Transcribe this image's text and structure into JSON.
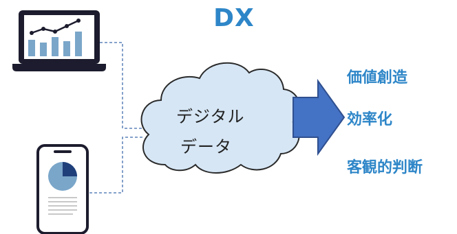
{
  "diagram": {
    "title": "DX",
    "cloud": {
      "line1": "デジタル",
      "line2": "データ"
    },
    "outcomes": [
      "価値創造",
      "効率化",
      "客観的判断"
    ],
    "icons": {
      "laptop": "laptop-chart-icon",
      "phone": "smartphone-pie-icon",
      "cloud": "cloud-icon",
      "arrow": "right-arrow-icon"
    },
    "colors": {
      "accent": "#2e86c8",
      "arrow_fill": "#4472c4",
      "arrow_stroke": "#2f4f8f",
      "cloud_fill": "#d6e6f5",
      "connector": "#5b82b8",
      "chart_bars": "#7aa6c9",
      "dark": "#1c1c2e"
    }
  }
}
